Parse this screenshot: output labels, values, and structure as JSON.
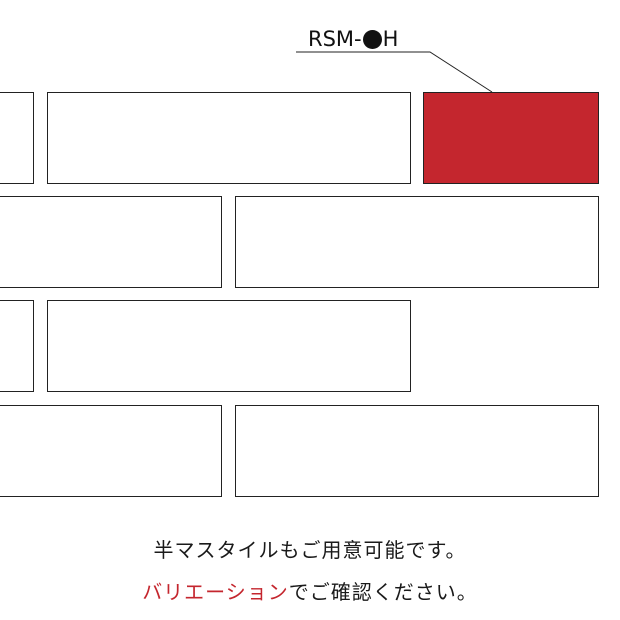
{
  "callout": {
    "prefix": "RSM-",
    "marker_icon": "filled-circle",
    "suffix": "H"
  },
  "caption": {
    "line1": "半マスタイルもご用意可能です。",
    "line2_highlight": "バリエーション",
    "line2_rest": "でご確認ください。"
  },
  "colors": {
    "highlight_tile": "#c4262e",
    "highlight_text": "#c4262e",
    "outline": "#222222",
    "background": "#ffffff"
  }
}
